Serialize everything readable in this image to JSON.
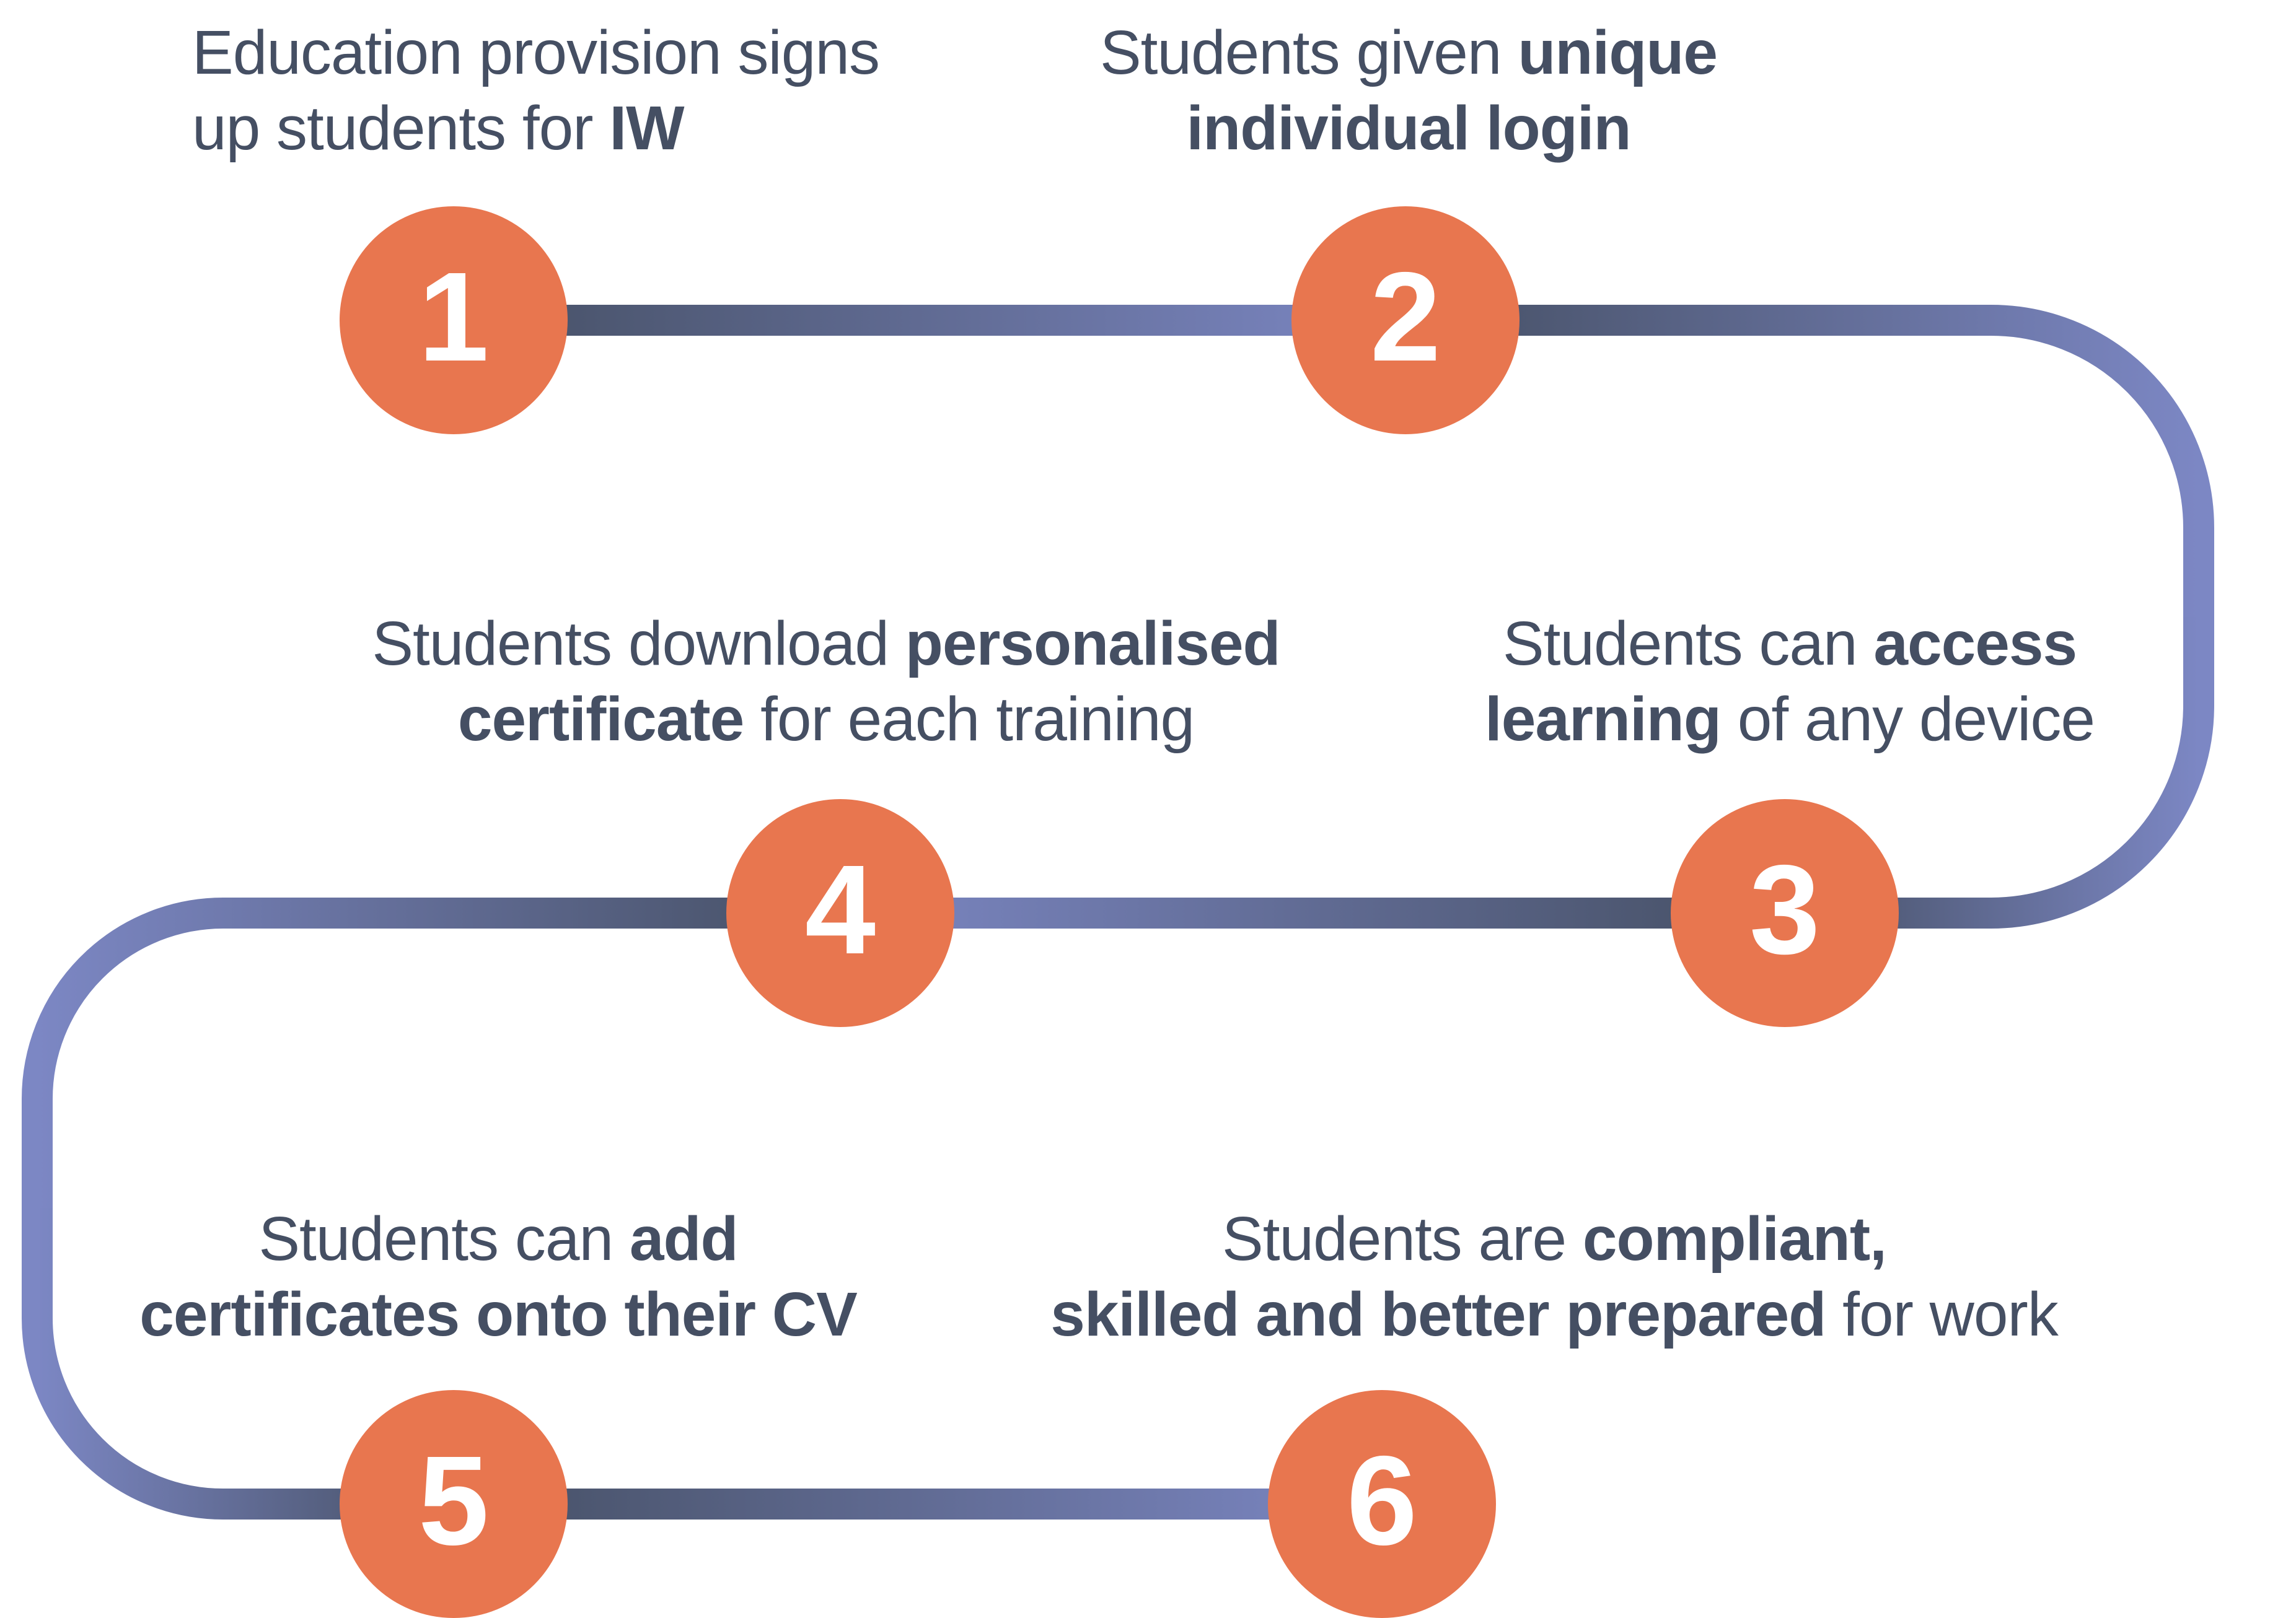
{
  "diagram": {
    "kind": "serpentine-process-flow",
    "step_order": "1 > 2 > 3 > 4 > 5 > 6",
    "colors": {
      "background": "#FFFFFF",
      "node_fill": "#E8764F",
      "number_text": "#FFFFFF",
      "connector_dark": "#454F63",
      "connector_light": "#7C87C4",
      "label_text": "#454F63"
    }
  },
  "steps": [
    {
      "number": "1",
      "plain_text": "Education provision signs up students for IW",
      "lines": [
        [
          {
            "t": "Education provision signs",
            "b": false
          }
        ],
        [
          {
            "t": "up students for ",
            "b": false
          },
          {
            "t": "IW",
            "b": true
          }
        ]
      ]
    },
    {
      "number": "2",
      "plain_text": "Students given unique individual login",
      "lines": [
        [
          {
            "t": "Students given ",
            "b": false
          },
          {
            "t": "unique",
            "b": true
          }
        ],
        [
          {
            "t": "individual login",
            "b": true
          }
        ]
      ]
    },
    {
      "number": "3",
      "plain_text": "Students can access learning of any device",
      "lines": [
        [
          {
            "t": "Students can ",
            "b": false
          },
          {
            "t": "access",
            "b": true
          }
        ],
        [
          {
            "t": "learning",
            "b": true
          },
          {
            "t": " of any device",
            "b": false
          }
        ]
      ]
    },
    {
      "number": "4",
      "plain_text": "Students download personalised certificate for each training",
      "lines": [
        [
          {
            "t": "Students download ",
            "b": false
          },
          {
            "t": "personalised",
            "b": true
          }
        ],
        [
          {
            "t": "certificate",
            "b": true
          },
          {
            "t": " for each training",
            "b": false
          }
        ]
      ]
    },
    {
      "number": "5",
      "plain_text": "Students can add certificates onto their CV",
      "lines": [
        [
          {
            "t": "Students can ",
            "b": false
          },
          {
            "t": "add",
            "b": true
          }
        ],
        [
          {
            "t": "certificates onto their CV",
            "b": true
          }
        ]
      ]
    },
    {
      "number": "6",
      "plain_text": "Students are compliant, skilled and better prepared for work",
      "lines": [
        [
          {
            "t": "Students are ",
            "b": false
          },
          {
            "t": "compliant,",
            "b": true
          }
        ],
        [
          {
            "t": "skilled and better prepared",
            "b": true
          },
          {
            "t": " for work",
            "b": false
          }
        ]
      ]
    }
  ]
}
